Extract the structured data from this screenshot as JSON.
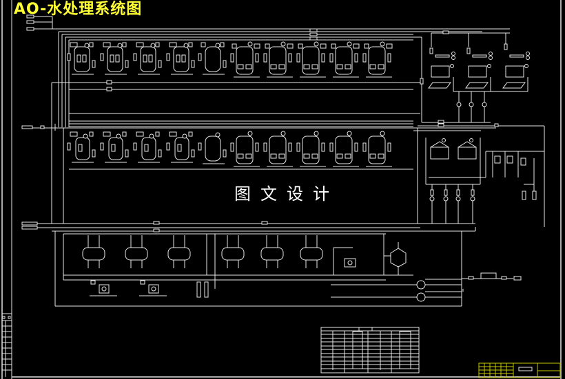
{
  "drawing": {
    "title": "AO-水处理系统图",
    "watermark": "图文设计",
    "title_color": "#ffff33",
    "line_color": "#e8e8e8",
    "background": "#000000",
    "frame_color": "#aaaaaa",
    "title_block_color": "#c8c800"
  },
  "sections": {
    "upper_filter_row": {
      "label": "upper-filter-row",
      "units_small": 5,
      "units_large": 5
    },
    "middle_filter_row": {
      "label": "middle-filter-row",
      "units_small": 5,
      "units_large": 5
    },
    "regeneration_tanks": {
      "label": "regeneration-tanks",
      "count": 3
    },
    "chemical_tanks": {
      "label": "chemical-tanks",
      "count": 2
    },
    "horizontal_tanks": {
      "label": "horizontal-storage-tanks",
      "count": 6
    },
    "pumps": {
      "label": "pumps",
      "count": 3
    },
    "degasser": {
      "label": "degasser-tank",
      "count": 1
    },
    "heat_exchangers": {
      "label": "heat-exchangers",
      "count": 2
    }
  },
  "legend_table": {
    "label": "equipment-legend-table",
    "rows": 11,
    "columns": 4
  },
  "title_block": {
    "label": "title-block"
  },
  "revision_strip": {
    "label": "revision-strip",
    "rows": 14
  }
}
